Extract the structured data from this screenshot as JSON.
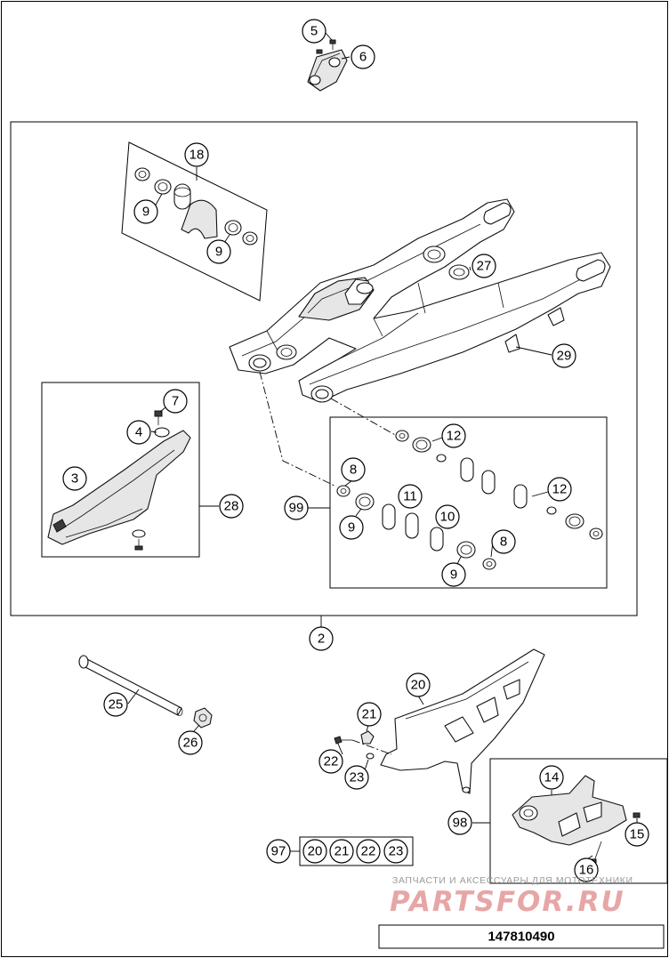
{
  "diagram": {
    "callouts": {
      "c5": "5",
      "c6": "6",
      "c18": "18",
      "c9a": "9",
      "c9b": "9",
      "c27": "27",
      "c29": "29",
      "c7": "7",
      "c4": "4",
      "c3": "3",
      "c28": "28",
      "c12a": "12",
      "c8a": "8",
      "c99": "99",
      "c11": "11",
      "c12b": "12",
      "c9c": "9",
      "c10": "10",
      "c8b": "8",
      "c9d": "9",
      "c2": "2",
      "c20a": "20",
      "c21a": "21",
      "c25": "25",
      "c26": "26",
      "c22a": "22",
      "c23a": "23",
      "c14": "14",
      "c98": "98",
      "c15": "15",
      "c16": "16",
      "c97": "97",
      "c20b": "20",
      "c21b": "21",
      "c22b": "22",
      "c23b": "23"
    },
    "document_number": "147810490",
    "watermark": {
      "tagline": "ЗАПЧАСТИ И АКСЕССУАРЫ ДЛЯ МОТОТЕХНИКИ",
      "logo": "PARTSFOR.RU"
    }
  }
}
